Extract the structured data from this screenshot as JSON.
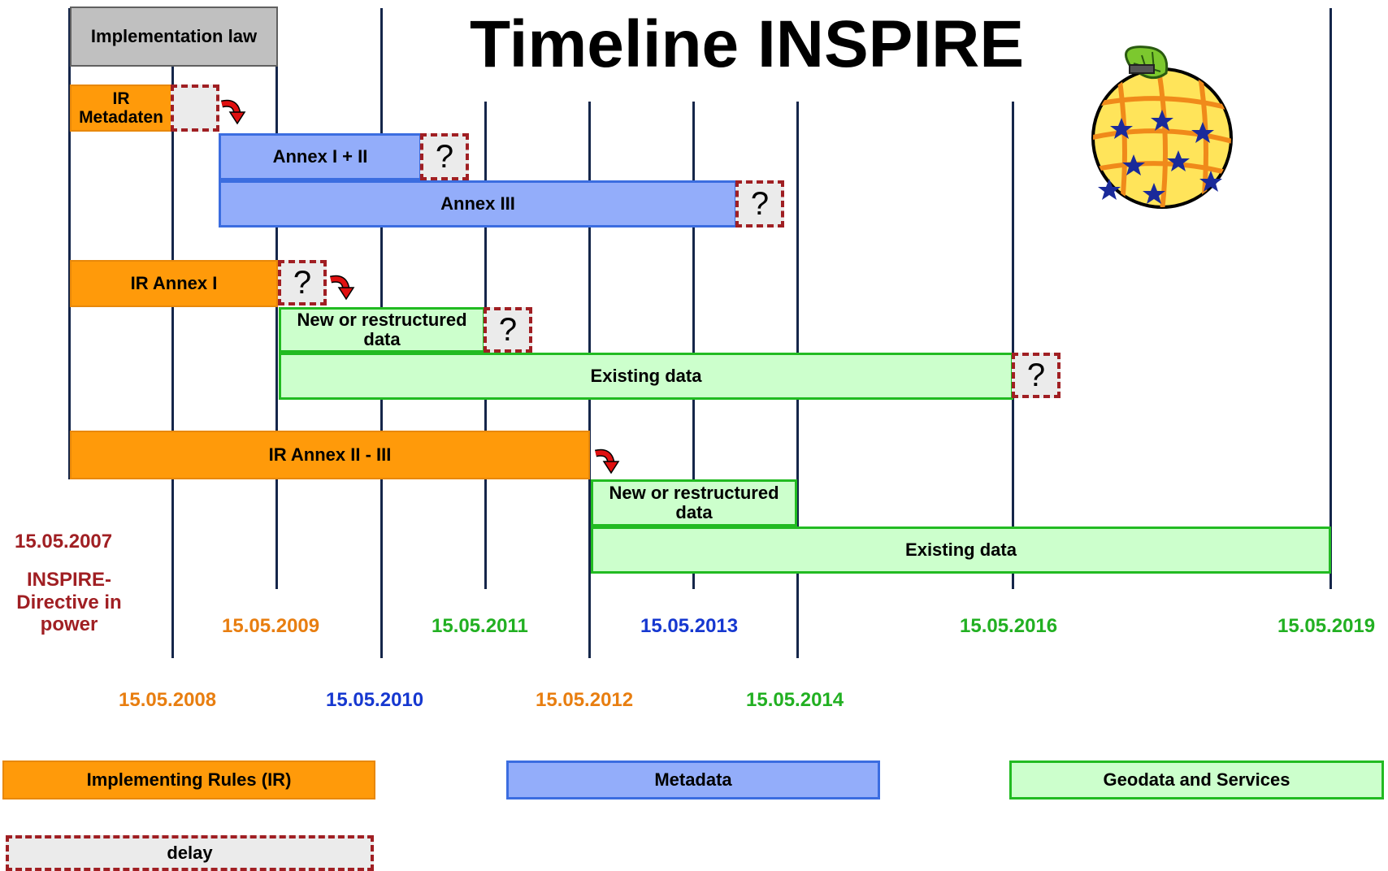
{
  "title": "Timeline INSPIRE",
  "bars": {
    "implementation_law": "Implementation law",
    "ir_metadaten": "IR Metadaten",
    "annex_1_2": "Annex I + II",
    "annex_3": "Annex III",
    "ir_annex_1": "IR Annex I",
    "new_data_1": "New or restructured data",
    "existing_data_1": "Existing data",
    "ir_annex_2_3": "IR Annex II - III",
    "new_data_2": "New or restructured data",
    "existing_data_2": "Existing data"
  },
  "delay_mark": "?",
  "dates": {
    "d2007": "15.05.2007",
    "d2008": "15.05.2008",
    "d2009": "15.05.2009",
    "d2010": "15.05.2010",
    "d2011": "15.05.2011",
    "d2012": "15.05.2012",
    "d2013": "15.05.2013",
    "d2014": "15.05.2014",
    "d2016": "15.05.2016",
    "d2019": "15.05.2019"
  },
  "directive_note": "INSPIRE-Directive in power",
  "legend": {
    "ir": "Implementing Rules (IR)",
    "metadata": "Metadata",
    "geodata": "Geodata and Services",
    "delay": "delay"
  },
  "colors": {
    "ir": "#ff9a0a",
    "metadata": "#93adfa",
    "geodata": "#ccffcc",
    "delay_border": "#a01f23",
    "grid_line": "#15264a"
  },
  "icons": {
    "logo": "inspire-globe-logo-icon",
    "arrow": "curved-red-arrow-icon"
  }
}
